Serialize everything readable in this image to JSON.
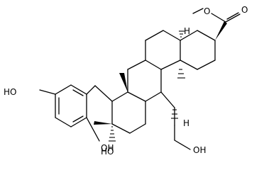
{
  "structure": {
    "labels": {
      "carbonyl_oxygen": "O",
      "ester_oxygen": "O",
      "phenol_hydroxyl_left": "HO",
      "phenol_hydroxyl_right": "OH",
      "tertiary_hydroxyl": "HO",
      "primary_hydroxyl": "OH",
      "ring_junction_h_top": "H",
      "ring_junction_h_bottom": "H"
    }
  }
}
